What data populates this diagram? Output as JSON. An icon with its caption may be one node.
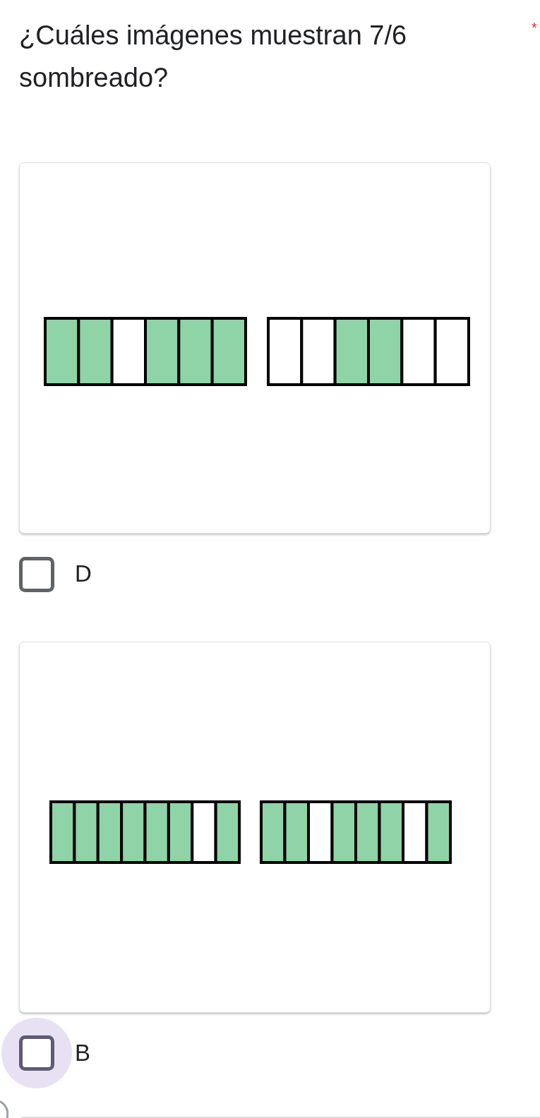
{
  "diagram": {
    "title": "¿Cuáles imágenes muestran 7/6 sombreado?",
    "labels": [
      "*",
      "D",
      "B"
    ]
  }
}
